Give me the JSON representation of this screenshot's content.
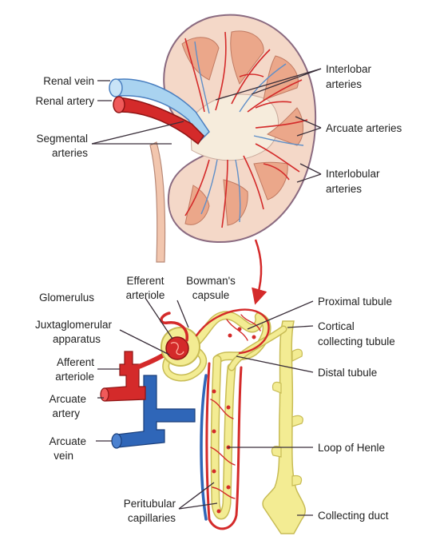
{
  "labels": {
    "renal_vein": "Renal vein",
    "renal_artery": "Renal artery",
    "segmental_1": "Segmental",
    "segmental_2": "arteries",
    "interlobar_1": "Interlobar",
    "interlobar_2": "arteries",
    "arcuate_arteries": "Arcuate arteries",
    "interlobular_1": "Interlobular",
    "interlobular_2": "arteries",
    "efferent_1": "Efferent",
    "efferent_2": "arteriole",
    "bowmans_1": "Bowman's",
    "bowmans_2": "capsule",
    "glomerulus": "Glomerulus",
    "juxta_1": "Juxtaglomerular",
    "juxta_2": "apparatus",
    "afferent_1": "Afferent",
    "afferent_2": "arteriole",
    "arcuate_artery_1": "Arcuate",
    "arcuate_artery_2": "artery",
    "arcuate_vein_1": "Arcuate",
    "arcuate_vein_2": "vein",
    "proximal_tubule": "Proximal tubule",
    "cortical_1": "Cortical",
    "cortical_2": "collecting tubule",
    "distal_tubule": "Distal tubule",
    "loop_of_henle": "Loop of Henle",
    "peritubular_1": "Peritubular",
    "peritubular_2": "capillaries",
    "collecting_duct": "Collecting duct"
  },
  "colors": {
    "artery": "#d42a2a",
    "vein_light": "#a9d3f0",
    "vein_dark": "#2f66b8",
    "tubule": "#f3ec93",
    "cortex": "#f6dccb",
    "medulla": "#ecaa8a"
  }
}
